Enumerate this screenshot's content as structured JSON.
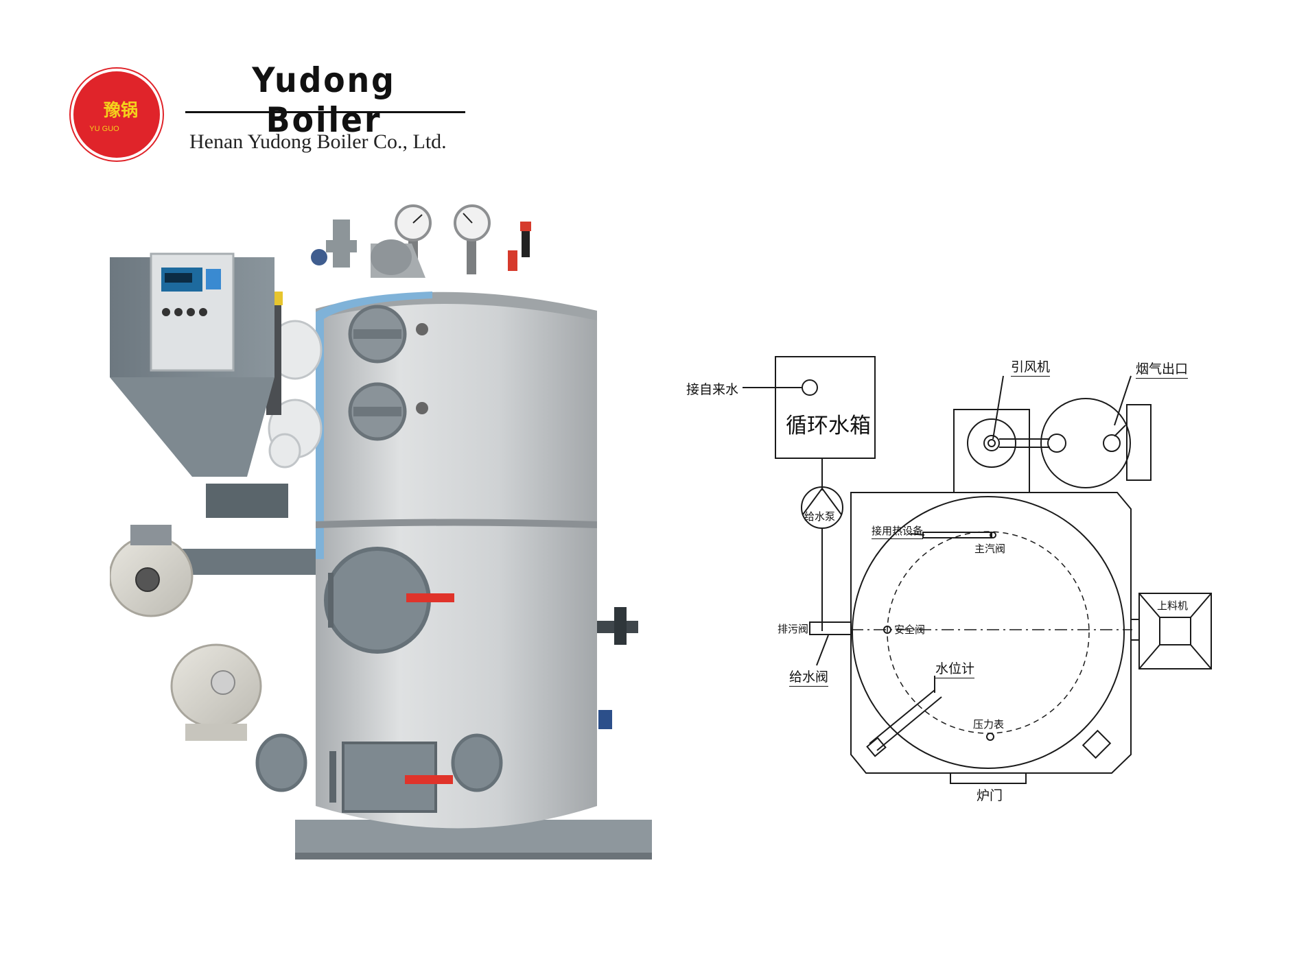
{
  "brand": {
    "logo_cn": "豫锅",
    "logo_en": "YU GUO",
    "title": "Yudong Boiler",
    "subtitle": "Henan Yudong Boiler Co., Ltd."
  },
  "colors": {
    "logo_red": "#e0242a",
    "logo_gold": "#f4d21c",
    "boiler_body": "#c9ccce",
    "boiler_dark": "#6b757c",
    "accent_blue": "#7fb2d8",
    "handle_red": "#e0332a"
  },
  "photo": {
    "controller_buttons": [
      "2",
      "2",
      "2",
      "2"
    ]
  },
  "schematic": {
    "labels": {
      "tap_water": "接自来水",
      "water_tank": "循环水箱",
      "feed_pump": "给水泵",
      "induced_fan": "引风机",
      "flue_outlet": "烟气出口",
      "heat_equipment": "接用热设备",
      "main_steam_valve": "主汽阀",
      "blowdown_valve": "排污阀",
      "safety_valve": "安全阀",
      "feed_valve": "给水阀",
      "water_level_gauge": "水位计",
      "pressure_gauge": "压力表",
      "feeder": "上料机",
      "furnace_door": "炉门"
    }
  }
}
